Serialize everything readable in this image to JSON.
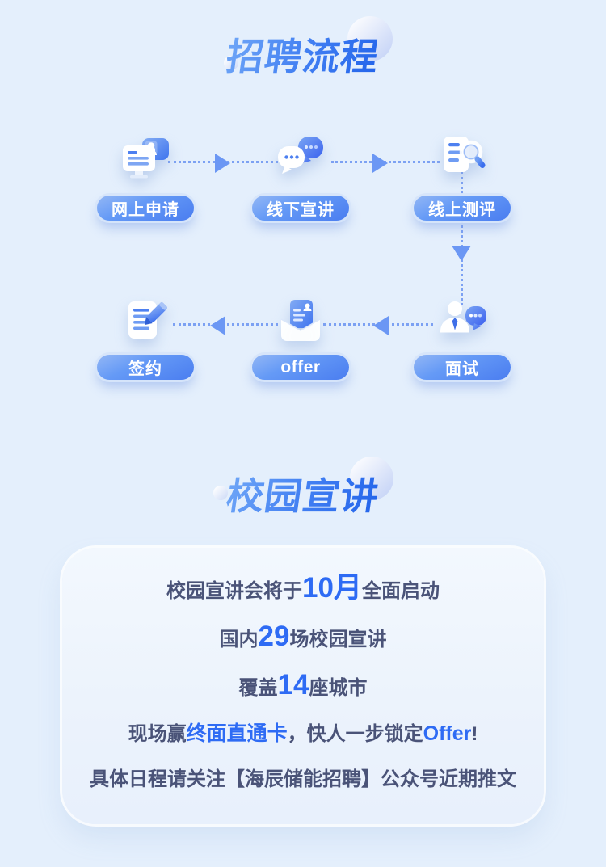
{
  "sections": {
    "process": {
      "title": "招聘流程"
    },
    "campus": {
      "title": "校园宣讲"
    }
  },
  "flow": {
    "steps": [
      {
        "label": "网上申请",
        "icon": "online-application-icon"
      },
      {
        "label": "线下宣讲",
        "icon": "offline-info-session-icon"
      },
      {
        "label": "线上测评",
        "icon": "online-assessment-icon"
      },
      {
        "label": "面试",
        "icon": "interview-icon"
      },
      {
        "label": "offer",
        "icon": "offer-letter-icon"
      },
      {
        "label": "签约",
        "icon": "contract-signing-icon"
      }
    ]
  },
  "card": {
    "lines": [
      {
        "segs": [
          {
            "t": "校园宣讲会将于"
          },
          {
            "t": "10月"
          },
          {
            "t": "全面启动"
          }
        ]
      },
      {
        "segs": [
          {
            "t": "国内"
          },
          {
            "t": "29"
          },
          {
            "t": "场校园宣讲"
          }
        ]
      },
      {
        "segs": [
          {
            "t": "覆盖"
          },
          {
            "t": "14"
          },
          {
            "t": "座城市"
          }
        ]
      },
      {
        "segs": [
          {
            "t": "现场赢"
          },
          {
            "t": "终面直通卡"
          },
          {
            "t": "，快人一步锁定"
          },
          {
            "t": "Offer"
          },
          {
            "t": "!"
          }
        ]
      },
      {
        "segs": [
          {
            "t": "具体日程请关注【海辰储能招聘】公众号近期推文"
          }
        ]
      }
    ]
  },
  "colors": {
    "background": "#e4effc",
    "accent_blue": "#2e6bf4",
    "body_text": "#4a5378",
    "title_gradient_start": "#70a7f7",
    "title_gradient_end": "#2364ea",
    "button_gradient_start": "#93b7f5",
    "button_gradient_end": "#4a7df0",
    "arrow_blue": "#6b97f4"
  }
}
